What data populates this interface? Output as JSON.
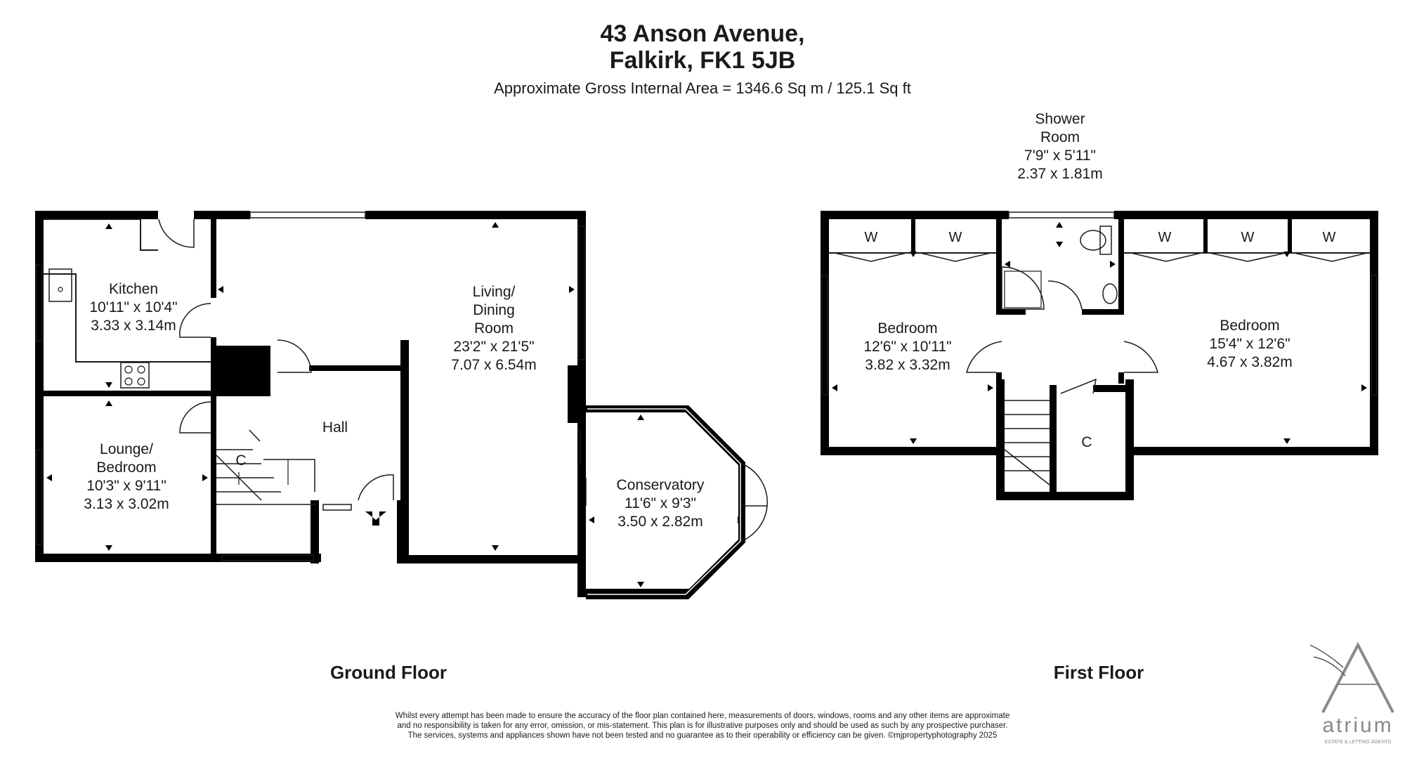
{
  "header": {
    "address_line1": "43 Anson Avenue,",
    "address_line2": "Falkirk, FK1 5JB",
    "area": "Approximate Gross Internal Area = 1346.6 Sq m / 125.1 Sq ft"
  },
  "ground_floor": {
    "label": "Ground Floor",
    "rooms": {
      "kitchen": {
        "name": "Kitchen",
        "imperial": "10'11\" x 10'4\"",
        "metric": "3.33 x 3.14m"
      },
      "living": {
        "name1": "Living/",
        "name2": "Dining",
        "name3": "Room",
        "imperial": "23'2\" x 21'5\"",
        "metric": "7.07 x 6.54m"
      },
      "lounge": {
        "name1": "Lounge/",
        "name2": "Bedroom",
        "imperial": "10'3\" x 9'11\"",
        "metric": "3.13 x 3.02m"
      },
      "hall": {
        "name": "Hall"
      },
      "cupboard": {
        "name": "C"
      },
      "conservatory": {
        "name": "Conservatory",
        "imperial": "11'6\" x 9'3\"",
        "metric": "3.50 x 2.82m"
      }
    }
  },
  "first_floor": {
    "label": "First Floor",
    "rooms": {
      "shower": {
        "name1": "Shower",
        "name2": "Room",
        "imperial": "7'9\" x 5'11\"",
        "metric": "2.37 x 1.81m"
      },
      "bedroom1": {
        "name": "Bedroom",
        "imperial": "12'6\" x 10'11\"",
        "metric": "3.82 x 3.32m"
      },
      "bedroom2": {
        "name": "Bedroom",
        "imperial": "15'4\" x 12'6\"",
        "metric": "4.67 x 3.82m"
      },
      "cupboard": {
        "name": "C"
      },
      "wardrobes": [
        "W",
        "W",
        "W",
        "W",
        "W"
      ]
    }
  },
  "disclaimer": {
    "line1": "Whilst every attempt has been made to ensure the accuracy of the floor plan contained here, measurements of doors, windows, rooms and any other items are approximate",
    "line2": "and no responsibility is taken for any error, omission, or mis-statement. This plan is for illustrative purposes only and should be used as such by any prospective purchaser.",
    "line3": "The services, systems and appliances shown have not been tested and no guarantee as to their operability or efficiency can be given. ©mjpropertyphotography 2025"
  },
  "logo": {
    "word": "atrium",
    "tagline": "ESTATE & LETTING AGENTS",
    "accent_color": "#8a8a8a"
  },
  "colors": {
    "wall": "#000000",
    "line": "#1a1a1a"
  }
}
